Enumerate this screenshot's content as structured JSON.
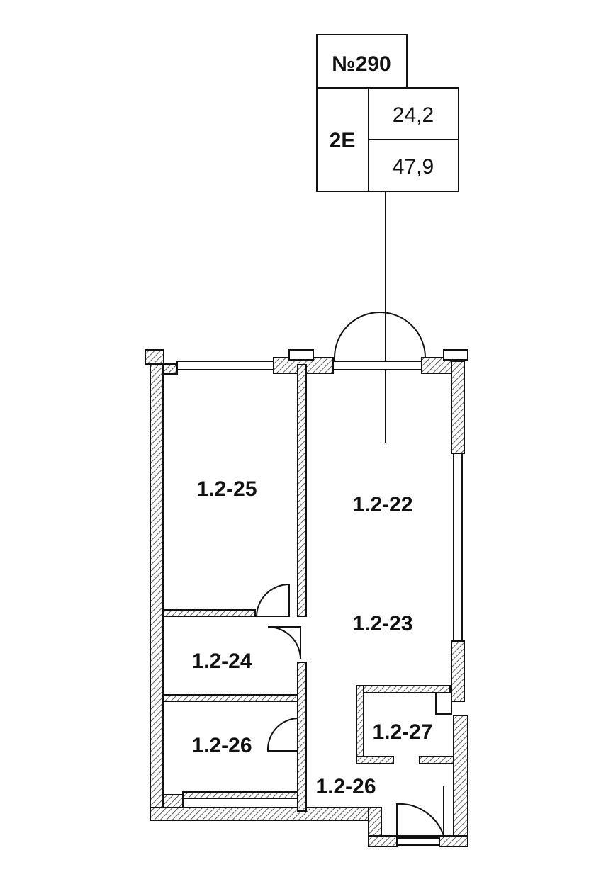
{
  "plan": {
    "apartment_number": "№290",
    "type_code": "2E",
    "living_area": "24,2",
    "total_area": "47,9",
    "rooms": [
      {
        "id": "1.2-25"
      },
      {
        "id": "1.2-22"
      },
      {
        "id": "1.2-23"
      },
      {
        "id": "1.2-24"
      },
      {
        "id": "1.2-26"
      },
      {
        "id": "1.2-27"
      },
      {
        "id": "1.2-26"
      }
    ]
  }
}
